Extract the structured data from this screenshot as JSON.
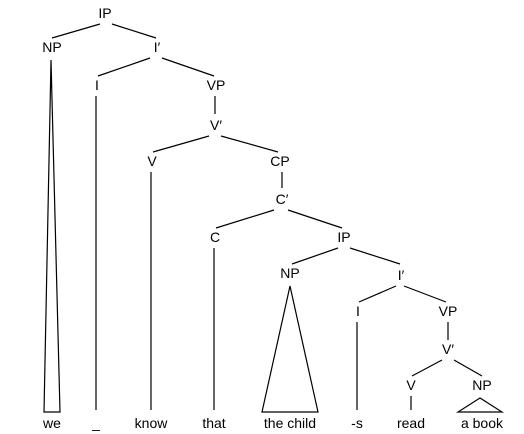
{
  "labels": {
    "ip_top": "IP",
    "np_we": "NP",
    "ibar_top": "I′",
    "i_top": "I",
    "vp_top": "VP",
    "vbar_top": "V′",
    "v_top": "V",
    "cp": "CP",
    "cbar": "C′",
    "c": "C",
    "ip_emb": "IP",
    "np_child": "NP",
    "ibar_emb": "I′",
    "i_emb": "I",
    "vp_emb": "VP",
    "vbar_emb": "V′",
    "v_emb": "V",
    "np_book": "NP"
  },
  "leaves": {
    "we": "we",
    "gap": "_",
    "know": "know",
    "that": "that",
    "the_child": "the child",
    "s": "-s",
    "read": "read",
    "a_book": "a book"
  },
  "colors": {
    "ink": "#000000",
    "background": "#ffffff"
  }
}
